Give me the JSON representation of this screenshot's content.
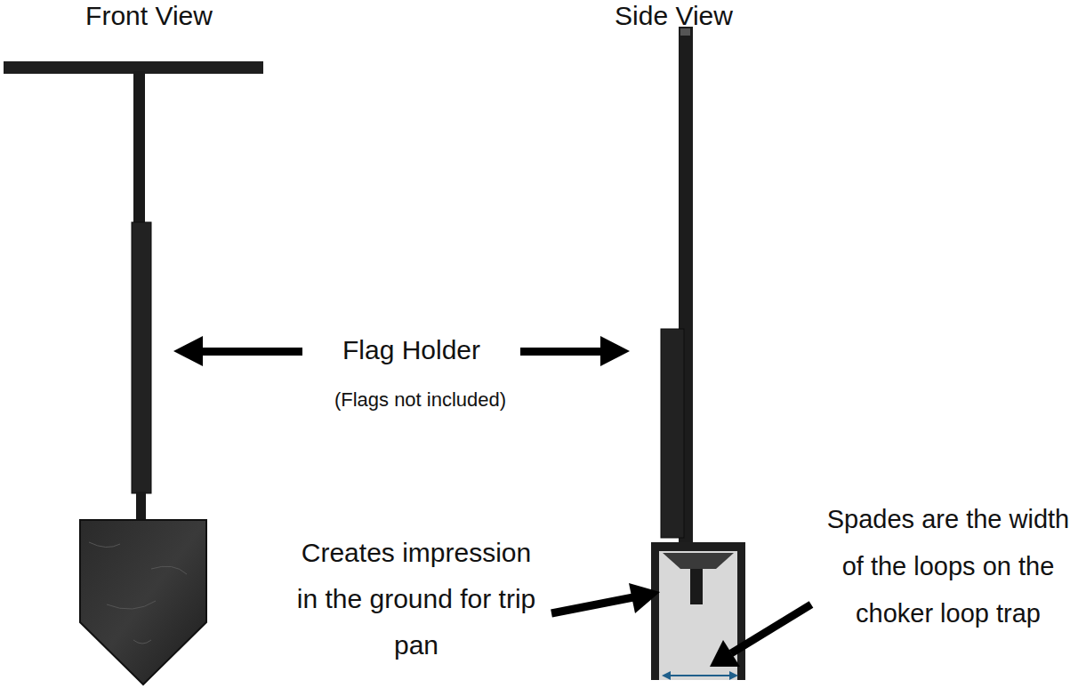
{
  "diagram": {
    "labels": [
      "Front View",
      "Side View",
      "Flag Holder",
      "(Flags not included)",
      "Creates impression in the ground for trip pan",
      "Spades are the width of the loops on the choker loop trap"
    ]
  }
}
